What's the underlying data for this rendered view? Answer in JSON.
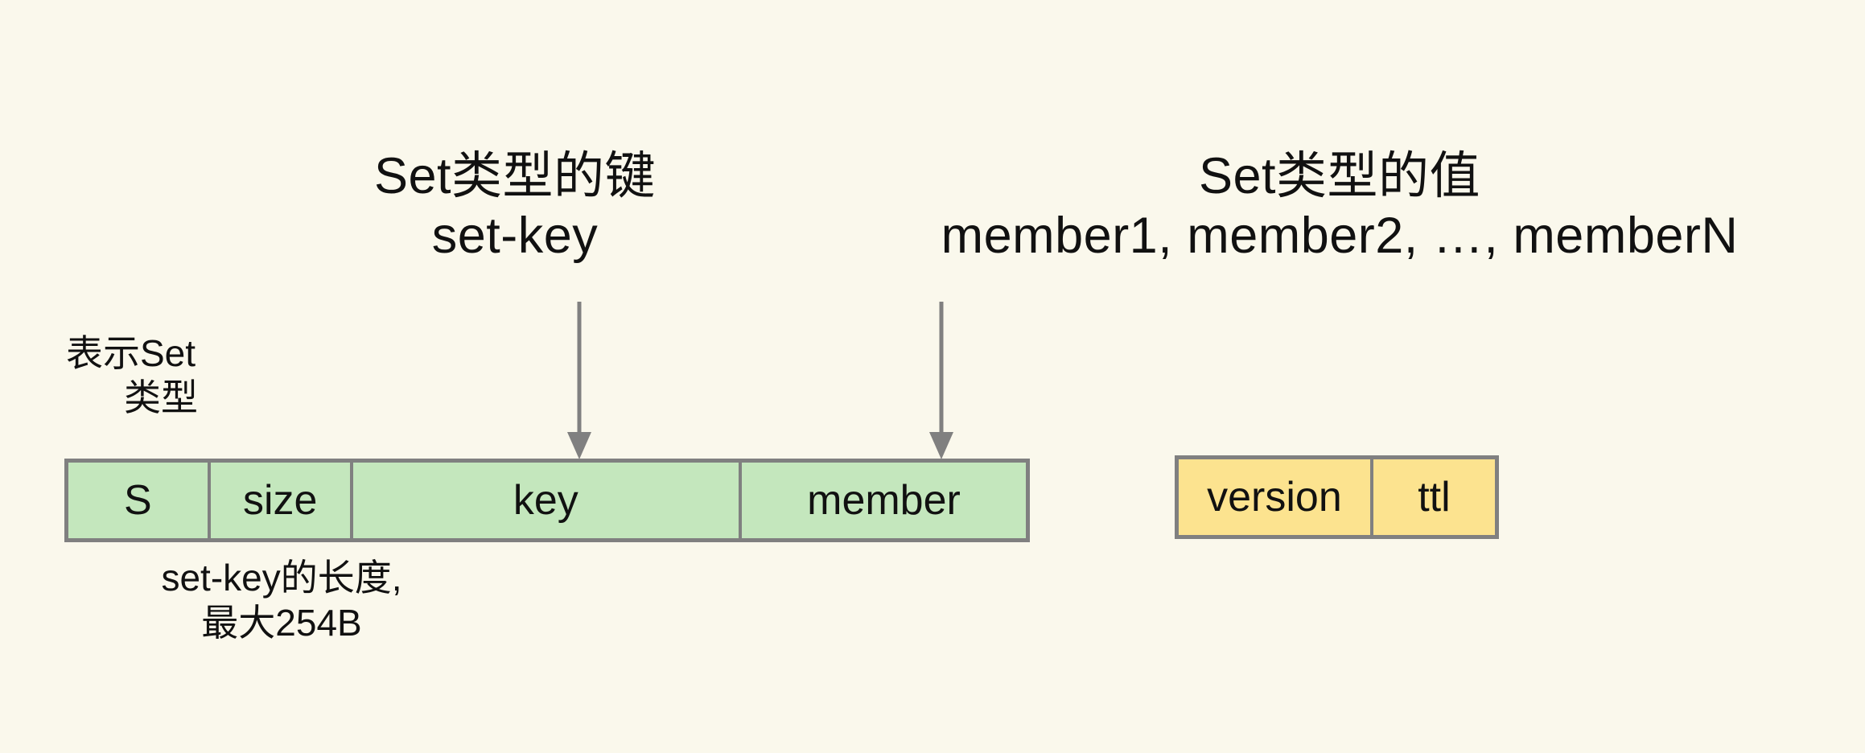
{
  "diagram": {
    "title": "Redis Set type key-value encoding layout",
    "background_color": "#faf8ec",
    "callouts": {
      "key_callout": {
        "line1": "Set类型的键",
        "line2": "set-key"
      },
      "value_callout": {
        "line1": "Set类型的值",
        "line2": "member1, member2, …, memberN"
      }
    },
    "annotations": {
      "type_annotation": {
        "line1": "表示Set",
        "line2": "类型"
      },
      "length_annotation": {
        "line1": "set-key的长度,",
        "line2": "最大254B"
      }
    },
    "arrows": [
      {
        "name": "key-arrow",
        "target": "key",
        "color": "#808080"
      },
      {
        "name": "member-arrow",
        "target": "member",
        "color": "#808080"
      }
    ],
    "key_row": {
      "fill_color": "#c4e7bd",
      "border_color": "#808080",
      "cells": [
        {
          "label": "S"
        },
        {
          "label": "size"
        },
        {
          "label": "key"
        },
        {
          "label": "member"
        }
      ]
    },
    "value_row": {
      "fill_color": "#fce38f",
      "border_color": "#808080",
      "cells": [
        {
          "label": "version"
        },
        {
          "label": "ttl"
        }
      ]
    }
  }
}
